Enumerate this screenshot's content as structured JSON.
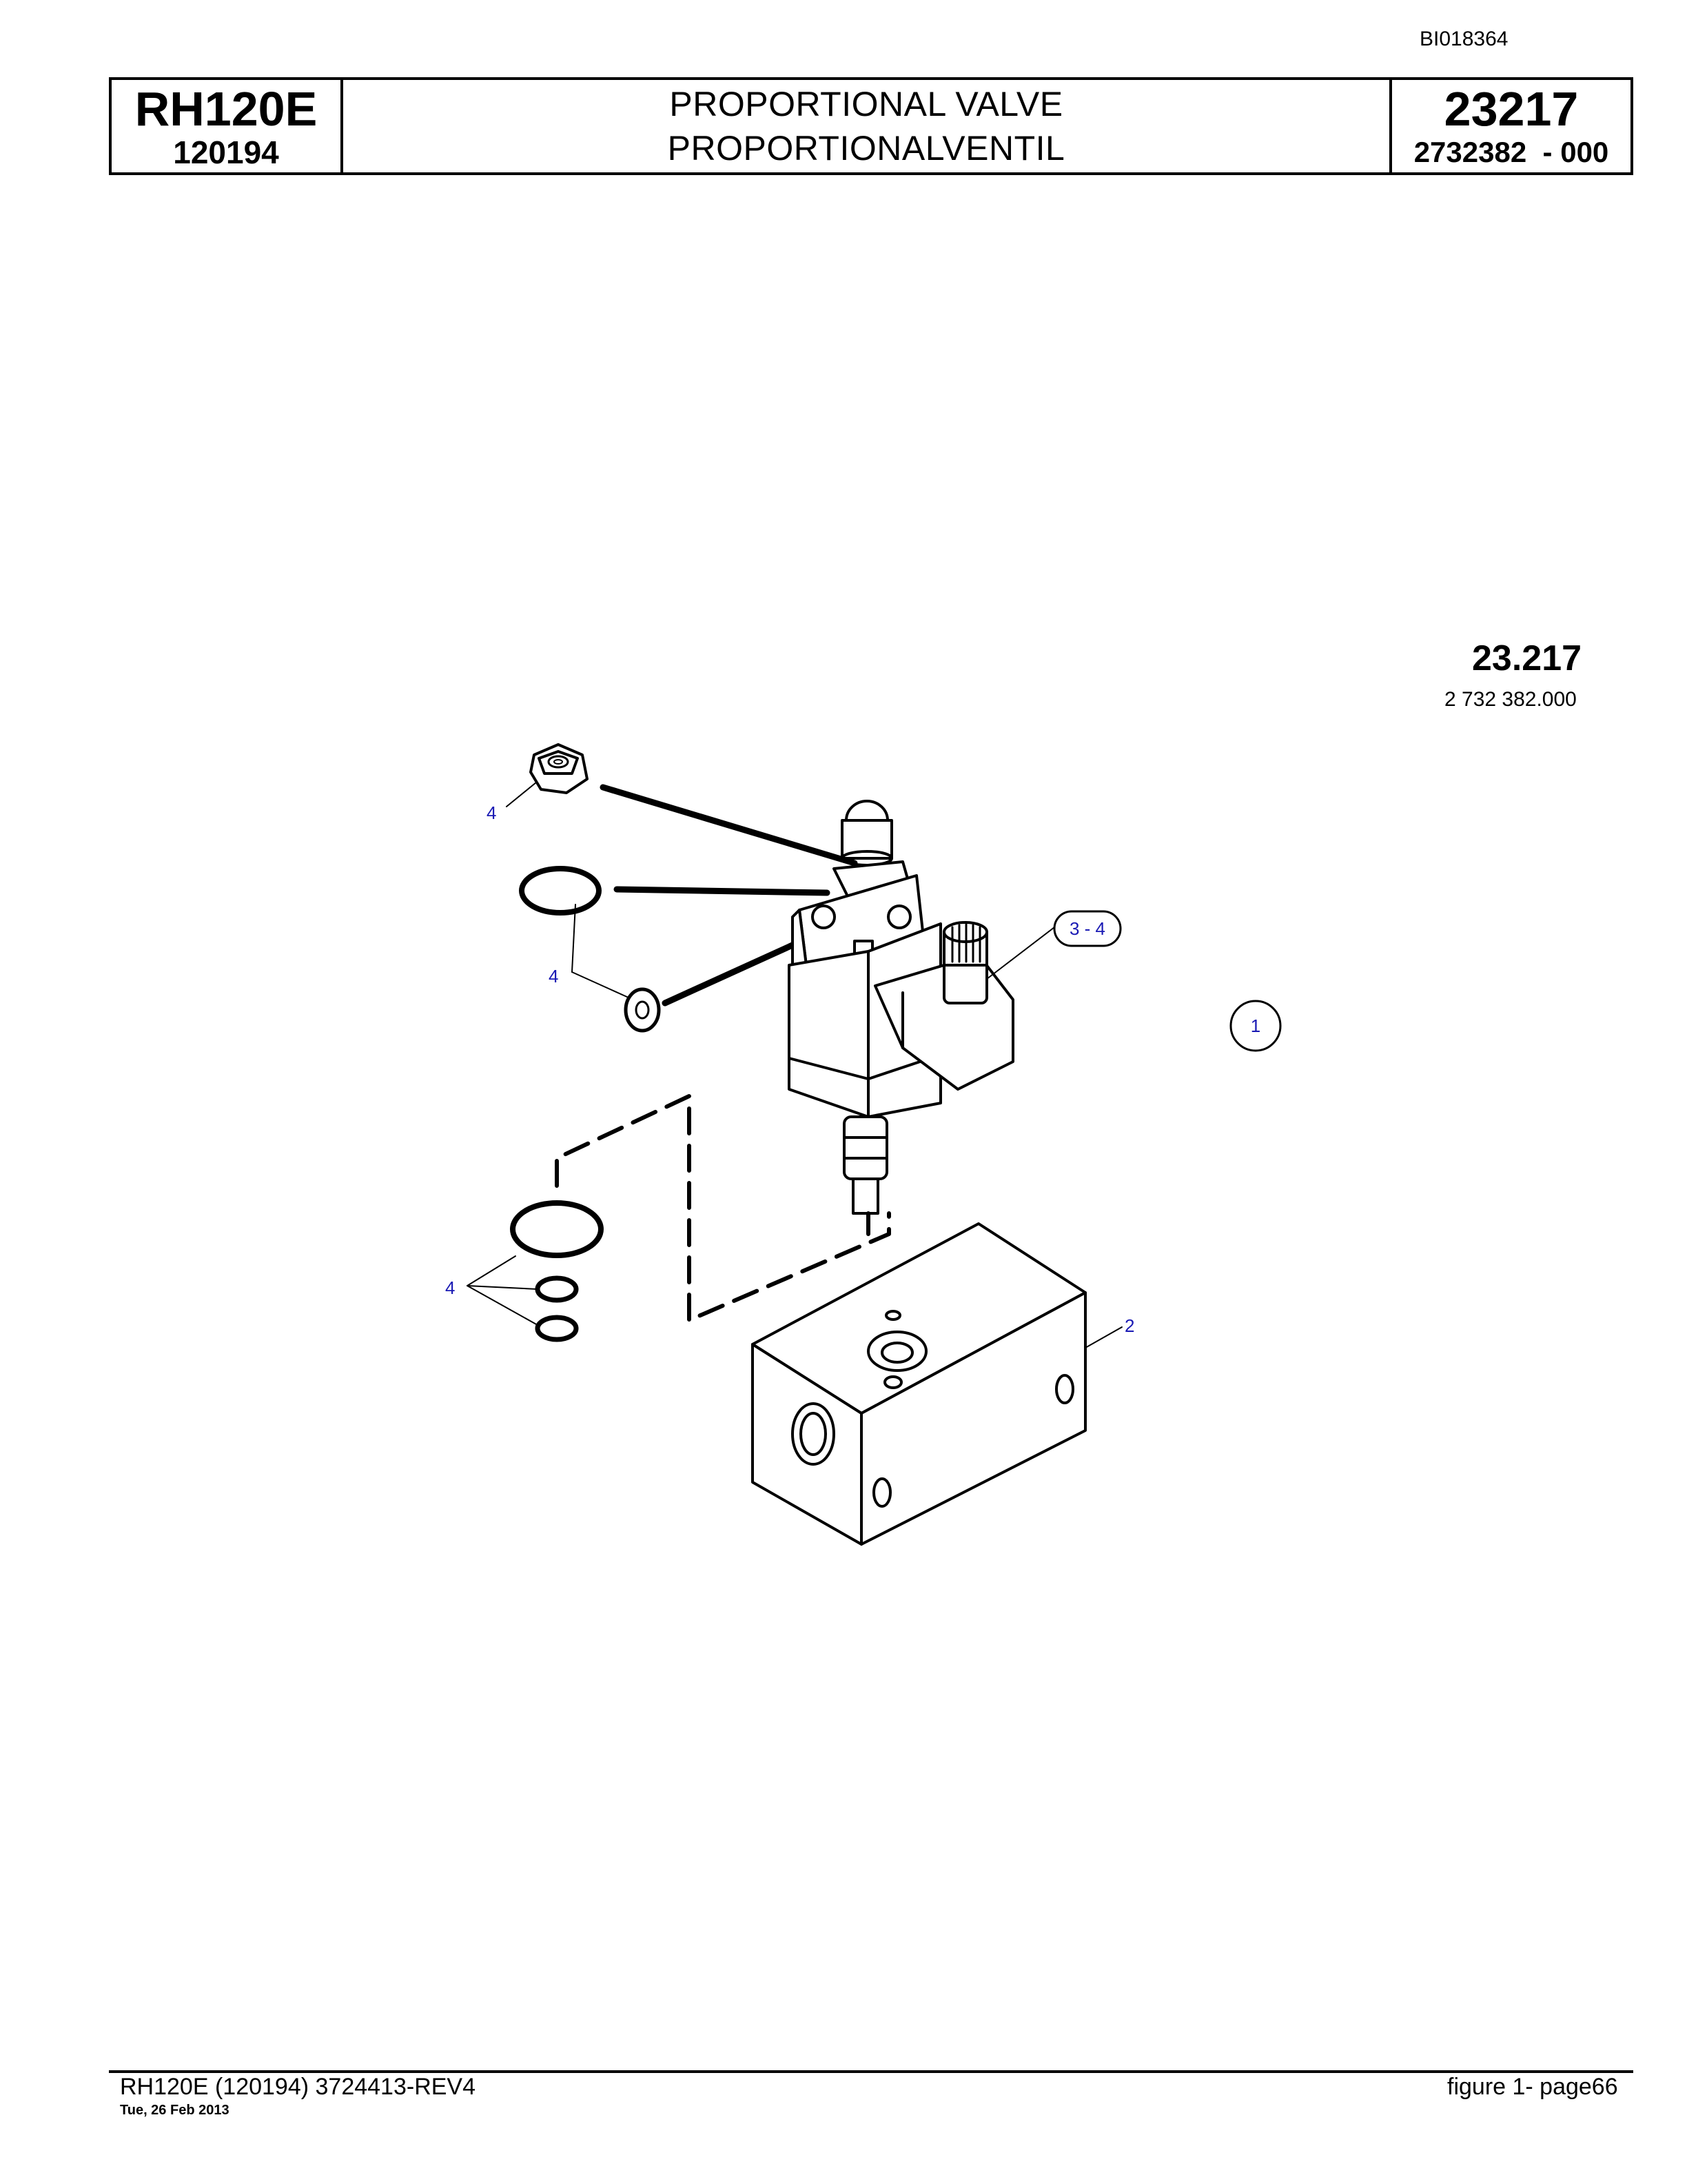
{
  "document_id": "BI018364",
  "header": {
    "model": "RH120E",
    "serial": "120194",
    "title_en": "PROPORTIONAL VALVE",
    "title_de": "PROPORTIONALVENTIL",
    "group_number": "23217",
    "part_number": "2732382  - 000"
  },
  "figure": {
    "group_label": "23.217",
    "part_label": "2 732 382.000",
    "callouts": {
      "seal_nut": "4",
      "oring_top": "4",
      "washer": "4",
      "orings_bottom": "4",
      "connector": "3 - 4",
      "valve": "1",
      "block": "2"
    }
  },
  "footer": {
    "doc_ref": "RH120E (120194) 3724413-REV4",
    "date": "Tue, 26 Feb 2013",
    "page_ref": "figure  1- page66"
  },
  "colors": {
    "callout": "#1a1ab4",
    "line": "#000000"
  }
}
